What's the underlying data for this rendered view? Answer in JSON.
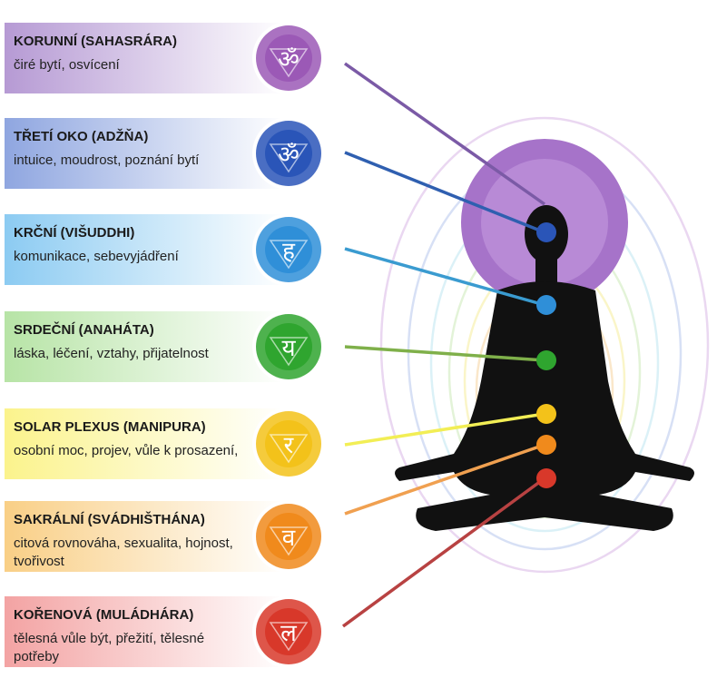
{
  "chakras": [
    {
      "title": "KORUNNÍ (SAHASRÁRA)",
      "desc": "čiré bytí, osvícení",
      "color": "#9b59b6",
      "bg": "#b69ad4",
      "symbol": "ॐ"
    },
    {
      "title": "TŘETÍ OKO (ADŽŇA)",
      "desc": "intuice, moudrost, poznání bytí",
      "color": "#2a55b8",
      "bg": "#8fa6e0",
      "symbol": "ॐ"
    },
    {
      "title": "KRČNÍ  (VIŠUDDHI)",
      "desc": "komunikace, sebevyjádření",
      "color": "#2f8fd8",
      "bg": "#8ccbf2",
      "symbol": "ह"
    },
    {
      "title": "SRDEČNÍ (ANAHÁTA)",
      "desc": "láska, léčení, vztahy, přijatelnost",
      "color": "#2fa52f",
      "bg": "#b7e4a6",
      "symbol": "य"
    },
    {
      "title": "SOLAR PLEXUS (MANIPURA)",
      "desc": "osobní moc, projev,  vůle k prosazení,",
      "color": "#f3c21a",
      "bg": "#fbf38c",
      "symbol": "र"
    },
    {
      "title": "SAKRÁLNÍ (SVÁDHIŠTHÁNA)",
      "desc": "citová rovnováha, sexualita, hojnost, tvořivost",
      "color": "#f08a1c",
      "bg": "#f9cf86",
      "symbol": "व"
    },
    {
      "title": "KOŘENOVÁ (MULÁDHÁRA)",
      "desc": "tělesná vůle být, přežití, tělesné potřeby",
      "color": "#d8382a",
      "bg": "#f3a3a3",
      "symbol": "ल"
    }
  ]
}
